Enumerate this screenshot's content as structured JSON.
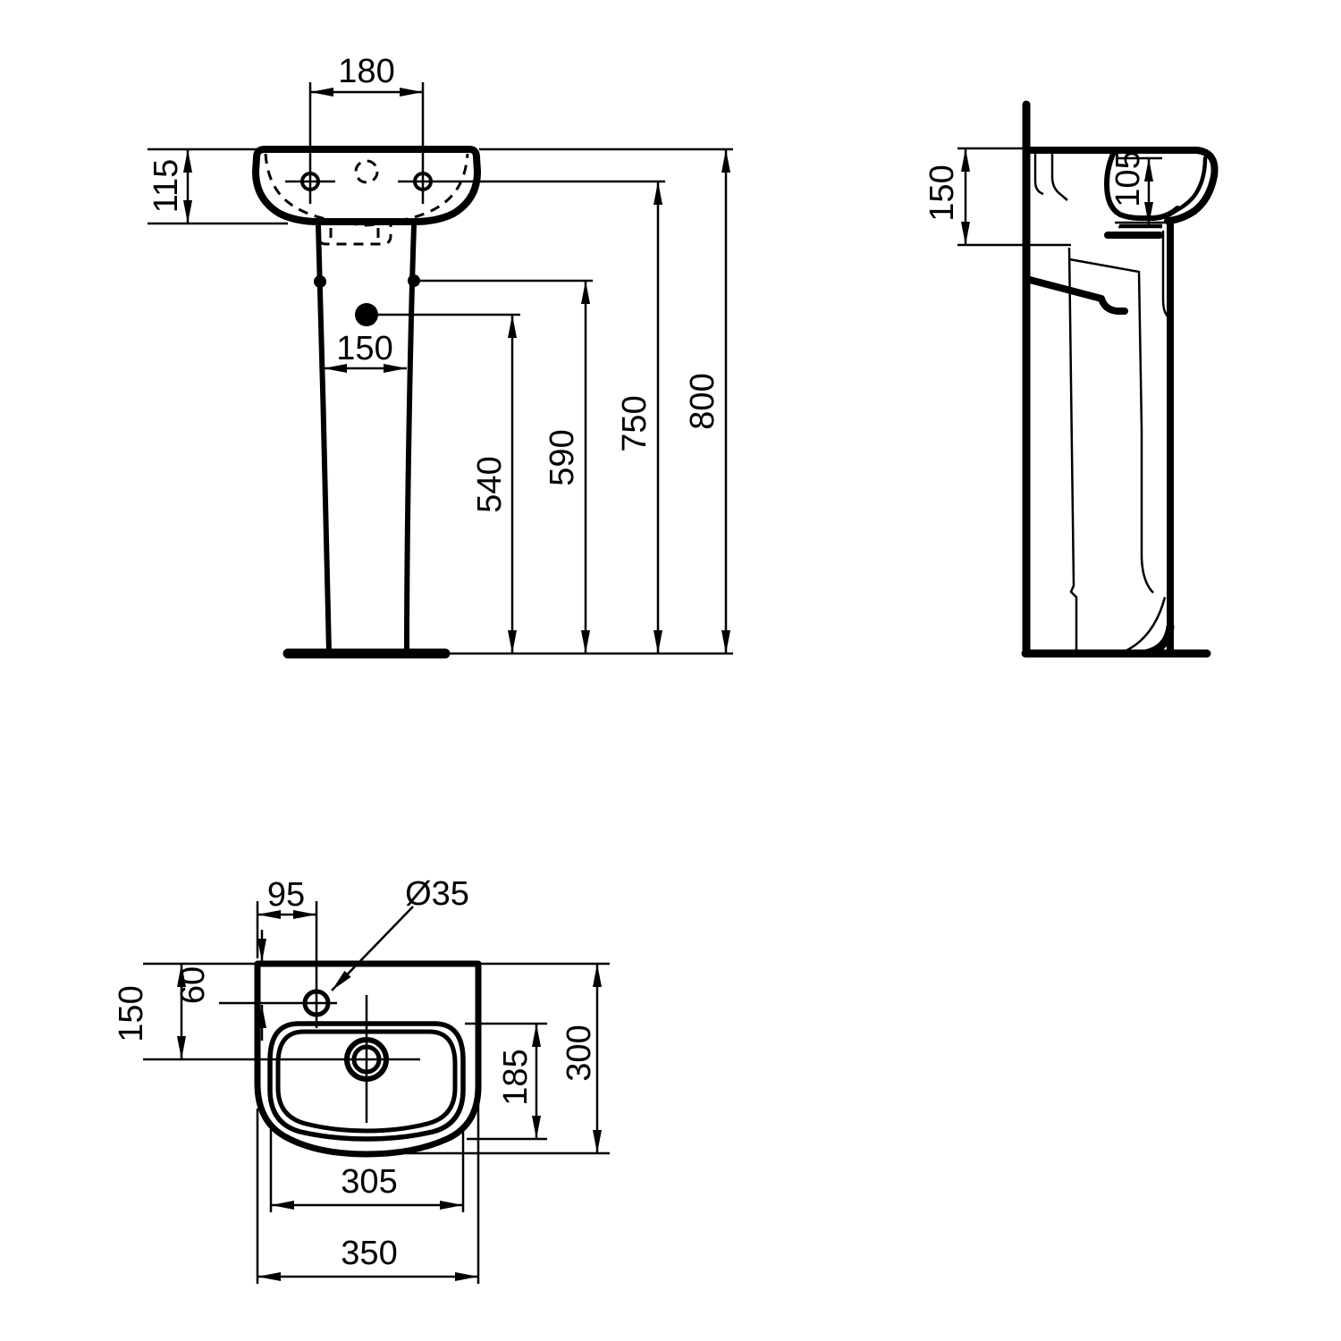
{
  "drawing": {
    "title": "Pedestal washbasin technical drawing",
    "unit": "mm",
    "line_color": "#000000",
    "background_color": "#ffffff",
    "views": [
      "front view",
      "side view",
      "top view"
    ]
  },
  "front_view": {
    "dims": {
      "tap_hole_spacing": "180",
      "basin_height": "115",
      "pedestal_width": "150",
      "drain_height": "540",
      "fixing_hole_height": "590",
      "tap_deck_height": "750",
      "rim_height": "800"
    }
  },
  "side_view": {
    "dims": {
      "basin_edge_height": "150",
      "bowl_inner_depth": "105"
    }
  },
  "top_view": {
    "dims": {
      "tap_offset_from_edge": "95",
      "tap_hole_diameter": "Ø35",
      "tap_offset_from_back": "60",
      "centerline_offset": "150",
      "bowl_front_back": "185",
      "overall_depth": "300",
      "bowl_width": "305",
      "overall_width": "350"
    }
  }
}
